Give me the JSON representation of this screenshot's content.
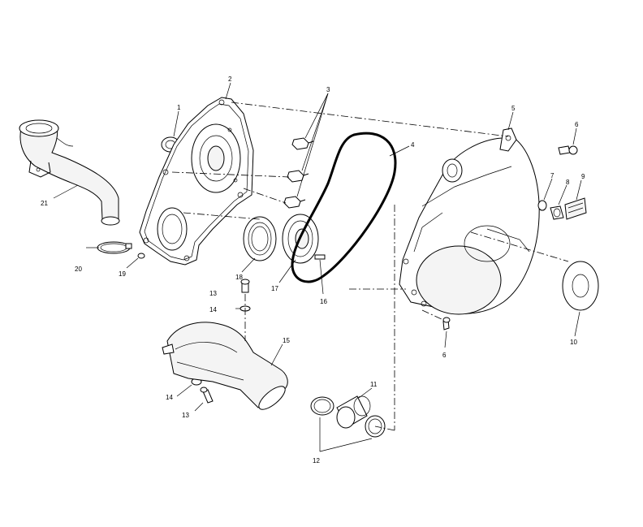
{
  "callouts": [
    {
      "id": "c1",
      "text": "1"
    },
    {
      "id": "c2",
      "text": "2"
    },
    {
      "id": "c3",
      "text": "3"
    },
    {
      "id": "c4",
      "text": "4"
    },
    {
      "id": "c5",
      "text": "5"
    },
    {
      "id": "c6a",
      "text": "6"
    },
    {
      "id": "c6b",
      "text": "6"
    },
    {
      "id": "c7",
      "text": "7"
    },
    {
      "id": "c8",
      "text": "8"
    },
    {
      "id": "c9",
      "text": "9"
    },
    {
      "id": "c10",
      "text": "10"
    },
    {
      "id": "c11",
      "text": "11"
    },
    {
      "id": "c12",
      "text": "12"
    },
    {
      "id": "c13a",
      "text": "13"
    },
    {
      "id": "c13b",
      "text": "13"
    },
    {
      "id": "c14a",
      "text": "14"
    },
    {
      "id": "c14b",
      "text": "14"
    },
    {
      "id": "c15",
      "text": "15"
    },
    {
      "id": "c16",
      "text": "16"
    },
    {
      "id": "c17",
      "text": "17"
    },
    {
      "id": "c18",
      "text": "18"
    },
    {
      "id": "c19",
      "text": "19"
    },
    {
      "id": "c20",
      "text": "20"
    },
    {
      "id": "c21",
      "text": "21"
    }
  ]
}
